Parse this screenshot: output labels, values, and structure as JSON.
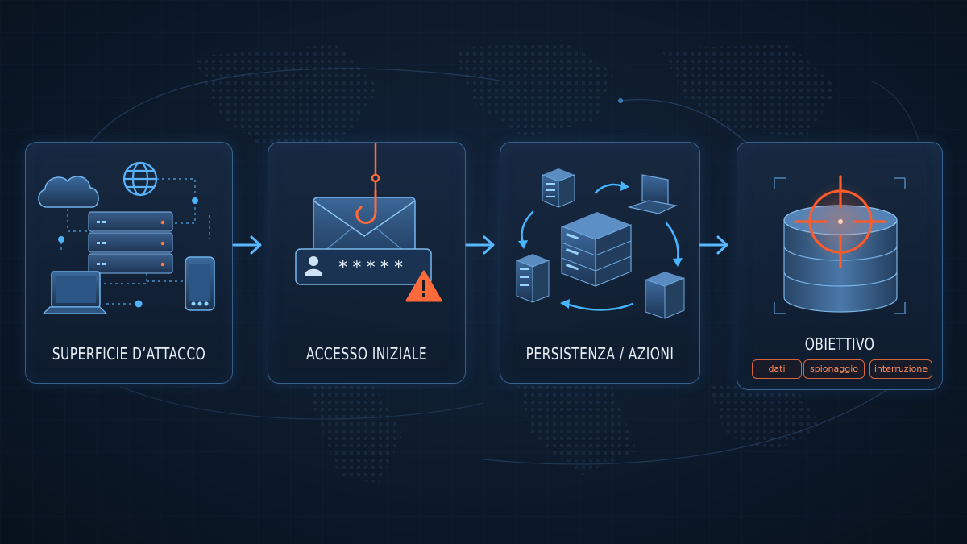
{
  "stages": [
    {
      "label": "SUPERFICIE D’ATTACCO",
      "icon": "network-devices-icon"
    },
    {
      "label": "ACCESSO INIZIALE",
      "icon": "phishing-email-icon"
    },
    {
      "label": "PERSISTENZA / AZIONI",
      "icon": "lateral-movement-icon"
    },
    {
      "label": "OBIETTIVO",
      "icon": "target-database-icon"
    }
  ],
  "objective_tags": [
    "dati",
    "spionaggio",
    "interruzione"
  ],
  "password_mask": "*****",
  "colors": {
    "accent_blue": "#4fb4ff",
    "accent_orange": "#ff6a3a",
    "card_border": "#5896d7",
    "background": "#0d1a2b"
  }
}
